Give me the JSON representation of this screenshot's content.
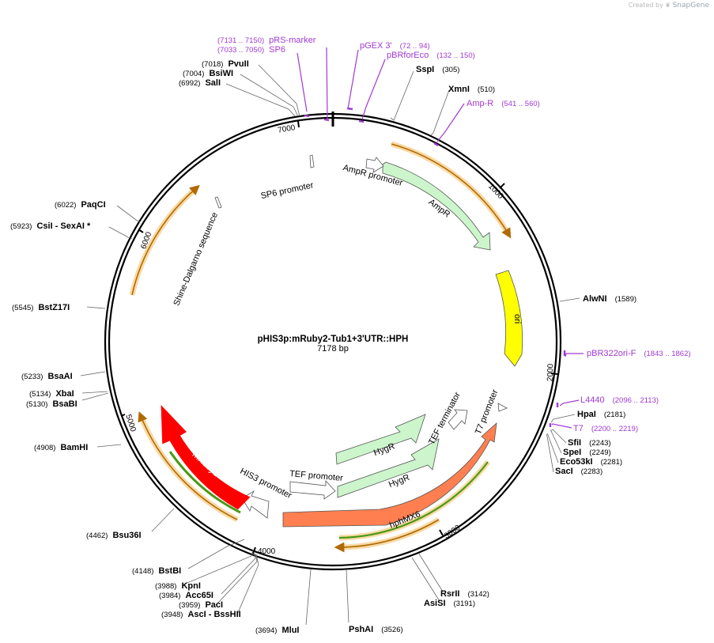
{
  "app": {
    "credit": "Created by",
    "brand": "SnapGene"
  },
  "plasmid": {
    "name": "pHIS3p:mRuby2-Tub1+3'UTR::HPH",
    "length_label": "7178 bp",
    "length": 7178
  },
  "tick_labels": [
    "1000",
    "2000",
    "3000",
    "4000",
    "5000",
    "6000",
    "7000"
  ],
  "enzymes": [
    {
      "name": "PvuII",
      "pos": "(7018)"
    },
    {
      "name": "BsiWI",
      "pos": "(7004)"
    },
    {
      "name": "SalI",
      "pos": "(6992)"
    },
    {
      "name": "SspI",
      "pos": "(305)"
    },
    {
      "name": "XmnI",
      "pos": "(510)"
    },
    {
      "name": "PaqCI",
      "pos": "(6022)"
    },
    {
      "name": "CsiI  - SexAI *",
      "pos": "(5923)"
    },
    {
      "name": "BstZ17I",
      "pos": "(5545)"
    },
    {
      "name": "AlwNI",
      "pos": "(1589)"
    },
    {
      "name": "BsaAI",
      "pos": "(5233)"
    },
    {
      "name": "XbaI",
      "pos": "(5134)"
    },
    {
      "name": "BsaBI",
      "pos": "(5130)"
    },
    {
      "name": "HpaI",
      "pos": "(2181)"
    },
    {
      "name": "SfiI",
      "pos": "(2243)"
    },
    {
      "name": "SpeI",
      "pos": "(2249)"
    },
    {
      "name": "Eco53kI",
      "pos": "(2281)"
    },
    {
      "name": "SacI",
      "pos": "(2283)"
    },
    {
      "name": "BamHI",
      "pos": "(4908)"
    },
    {
      "name": "Bsu36I",
      "pos": "(4462)"
    },
    {
      "name": "BstBI",
      "pos": "(4148)"
    },
    {
      "name": "KpnI",
      "pos": "(3988)"
    },
    {
      "name": "Acc65I",
      "pos": "(3984)"
    },
    {
      "name": "PacI",
      "pos": "(3959)"
    },
    {
      "name": "AscI  - BssHII",
      "pos": "(3948)"
    },
    {
      "name": "MluI",
      "pos": "(3694)"
    },
    {
      "name": "PshAI",
      "pos": "(3526)"
    },
    {
      "name": "RsrII",
      "pos": "(3142)"
    },
    {
      "name": "AsiSI",
      "pos": "(3191)"
    }
  ],
  "primers": [
    {
      "name": "pRS-marker",
      "pos": "(7131 .. 7150)"
    },
    {
      "name": "SP6",
      "pos": "(7033 .. 7050)"
    },
    {
      "name": "pGEX 3'",
      "pos": "(72 .. 94)"
    },
    {
      "name": "pBRforEco",
      "pos": "(132 .. 150)"
    },
    {
      "name": "Amp-R",
      "pos": "(541 .. 560)"
    },
    {
      "name": "pBR322ori-F",
      "pos": "(1843 .. 1862)"
    },
    {
      "name": "L4440",
      "pos": "(2096 .. 2113)"
    },
    {
      "name": "T7",
      "pos": "(2200 .. 2219)"
    }
  ],
  "features": {
    "sp6_promoter": "SP6 promoter",
    "ampr_promoter": "AmpR promoter",
    "ampr": "AmpR",
    "ori": "ori",
    "shine_dalgarno": "Shine-Dalgarno sequence",
    "t7_promoter": "T7 promoter",
    "tef_terminator": "TEF terminator",
    "hygr_upper": "HygR",
    "hygr_lower": "HygR",
    "tef_promoter": "TEF promoter",
    "his3_promoter": "HIS3 promoter",
    "hphmx6": "hphMX6",
    "mruby2": "mRuby2"
  },
  "colors": {
    "backbone": "#000000",
    "primer": "#a03ad2",
    "ampr_fill": "#ccf5cc",
    "ori_fill": "#ffff00",
    "hph_fill": "#ff7f50",
    "mruby_fill": "#ff0000",
    "orf": "#f5c16b",
    "orf_inner": "#4a9a14"
  }
}
